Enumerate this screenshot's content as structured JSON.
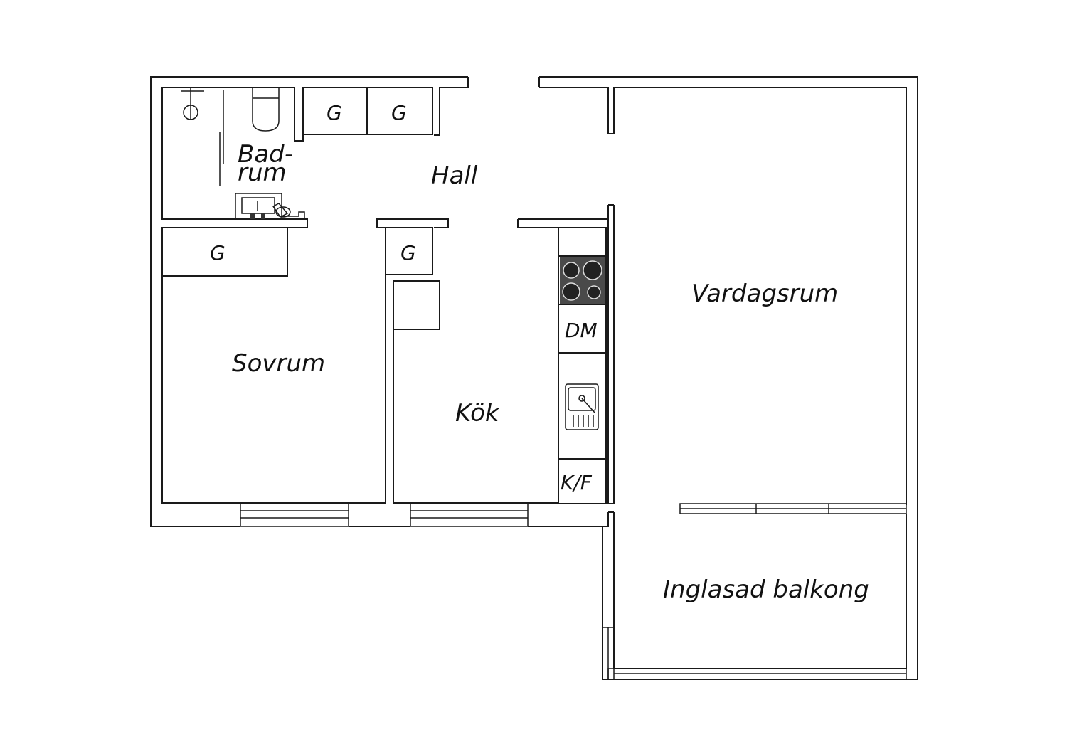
{
  "rooms": {
    "bathroom_line1": "Bad-",
    "bathroom_line2": "rum",
    "hall": "Hall",
    "bedroom": "Sovrum",
    "kitchen": "Kök",
    "living_room": "Vardagsrum",
    "balcony": "Inglasad balkong"
  },
  "fixtures": {
    "wardrobe": "G",
    "dishwasher": "DM",
    "fridge_freezer": "K/F"
  },
  "colors": {
    "line": "#1a1a1a",
    "background": "#ffffff",
    "stove": "#4a4a4a"
  }
}
